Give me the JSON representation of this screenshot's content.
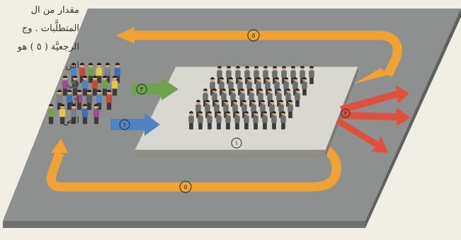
{
  "side_text": {
    "lines": [
      "مقدار من ال",
      "المتطلَّبات . وج",
      "الرجعيَّة ( ٥ ) هو",
      "اس",
      "في",
      "أنّه",
      "الص"
    ]
  },
  "diagram": {
    "labels": {
      "feedback_top": "٥",
      "feedback_bottom": "٥",
      "input_3": "٣",
      "input_1": "١",
      "process": "١",
      "output": "٢"
    },
    "colors": {
      "base": "#8e9090",
      "platform": "#d9d8d0",
      "feedback": "#f0a235",
      "input_green": "#6ea24c",
      "input_blue": "#4f83c2",
      "output_red": "#e0503e"
    }
  }
}
